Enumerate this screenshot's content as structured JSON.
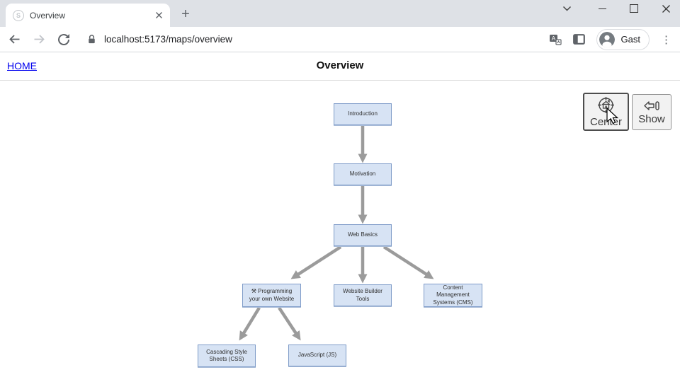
{
  "browser": {
    "tab_title": "Overview",
    "new_tab_label": "+",
    "url": "localhost:5173/maps/overview",
    "profile_name": "Gast",
    "favicon_letter": "S",
    "kebab_glyph": "⋮"
  },
  "header": {
    "home_link": "HOME",
    "title": "Overview"
  },
  "controls": {
    "center_label": "Center",
    "show_label": "Show"
  },
  "diagram": {
    "nodes": [
      {
        "id": "introduction",
        "label": "Introduction"
      },
      {
        "id": "motivation",
        "label": "Motivation"
      },
      {
        "id": "web-basics",
        "label": "Web Basics"
      },
      {
        "id": "programming-own-website",
        "label": "⚒ Programming your own Website"
      },
      {
        "id": "website-builder-tools",
        "label": "Website Builder Tools"
      },
      {
        "id": "cms",
        "label": "Content Management Systems (CMS)"
      },
      {
        "id": "css",
        "label": "Cascading Style Sheets (CSS)"
      },
      {
        "id": "javascript",
        "label": "JavaScript (JS)"
      }
    ],
    "edges": [
      {
        "from": "Introduction",
        "to": "Motivation"
      },
      {
        "from": "Motivation",
        "to": "Web Basics"
      },
      {
        "from": "Web Basics",
        "to": "⚒ Programming your own Website"
      },
      {
        "from": "Web Basics",
        "to": "Website Builder Tools"
      },
      {
        "from": "Web Basics",
        "to": "Content Management Systems (CMS)"
      },
      {
        "from": "⚒ Programming your own Website",
        "to": "Cascading Style Sheets (CSS)"
      },
      {
        "from": "⚒ Programming your own Website",
        "to": "JavaScript (JS)"
      }
    ]
  },
  "colors": {
    "node_fill": "#d7e3f4",
    "node_border": "#7e9bc8",
    "arrow": "#9b9b9b",
    "link_blue": "#0000ee",
    "tabstrip_bg": "#dee1e6"
  }
}
